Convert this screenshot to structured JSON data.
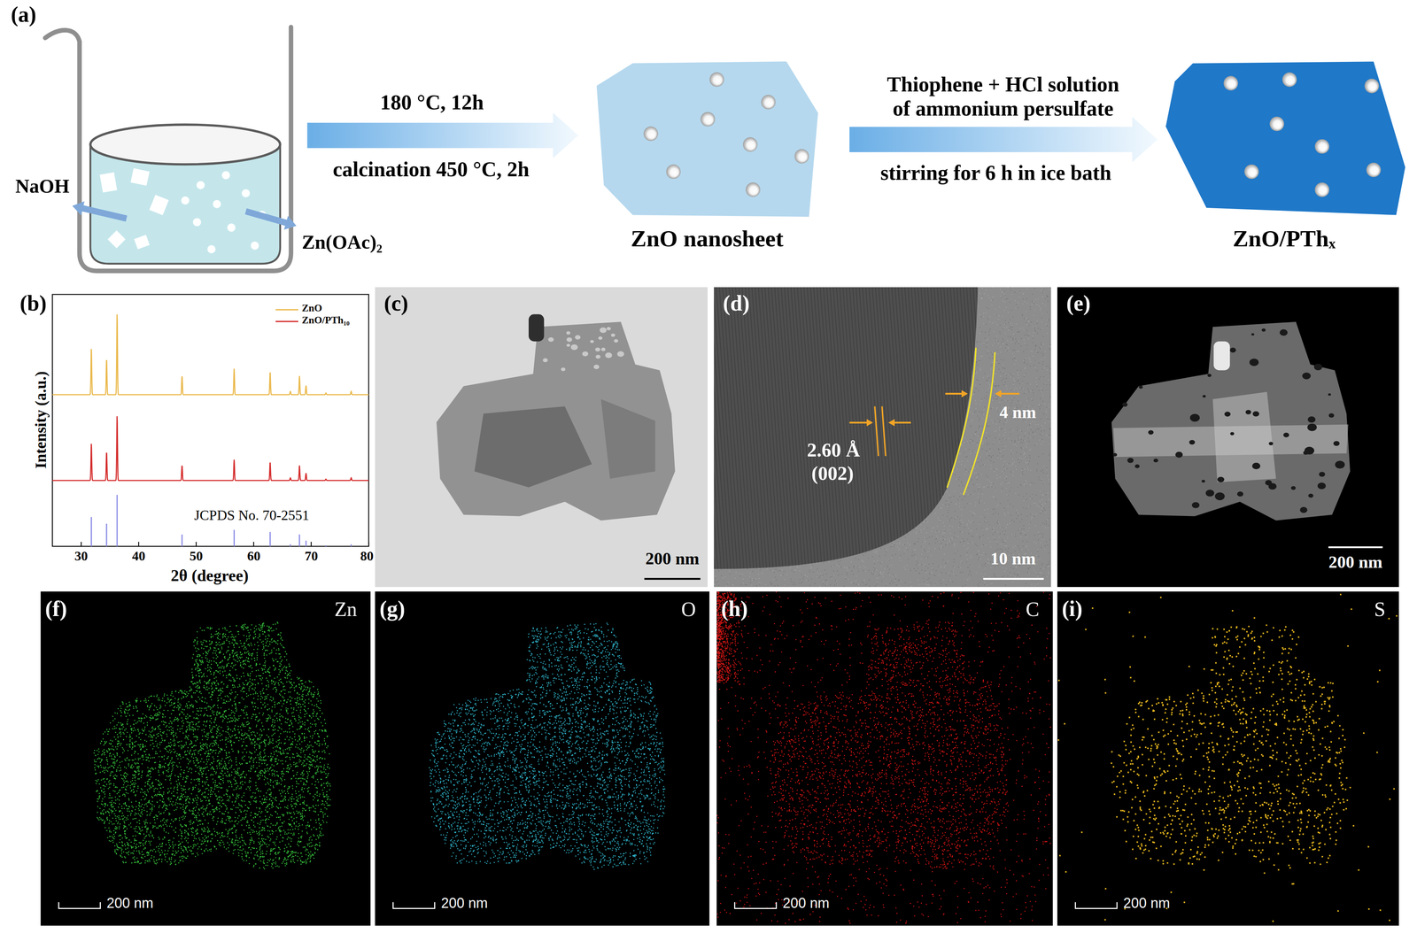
{
  "diagram": {
    "nodes": [
      {
        "text": [
          "ZnO nanosheet"
        ]
      },
      {
        "text": [
          "ZnO/PThₓ"
        ]
      }
    ],
    "edges": [
      {
        "from": 0,
        "to": 1,
        "arrow": "to"
      }
    ],
    "labels": [
      "(a)",
      "NaOH",
      "Zn(OAc)₂",
      "180 °C, 12h",
      "calcination 450 °C, 2h",
      "Thiophene + HCl solution of ammonium persulfate",
      "stirring for 6 h in ice bath",
      "(b)",
      "Intensity (a.u.)",
      "2θ (degree)",
      "30",
      "40",
      "50",
      "60",
      "70",
      "80",
      "JCPDS No. 70-2551",
      "(c)",
      "200 nm",
      "(d)",
      "2.60 Å",
      "(002)",
      "4 nm",
      "10 nm",
      "(e)",
      "200 nm",
      "(f)",
      "Zn",
      "200 nm",
      "(g)",
      "O",
      "200 nm",
      "(h)",
      "C",
      "200 nm",
      "(i)",
      "S",
      "200 nm"
    ],
    "legend": [
      {
        "text": "ZnO"
      },
      {
        "text": "ZnO/PTh₁₀"
      }
    ]
  }
}
